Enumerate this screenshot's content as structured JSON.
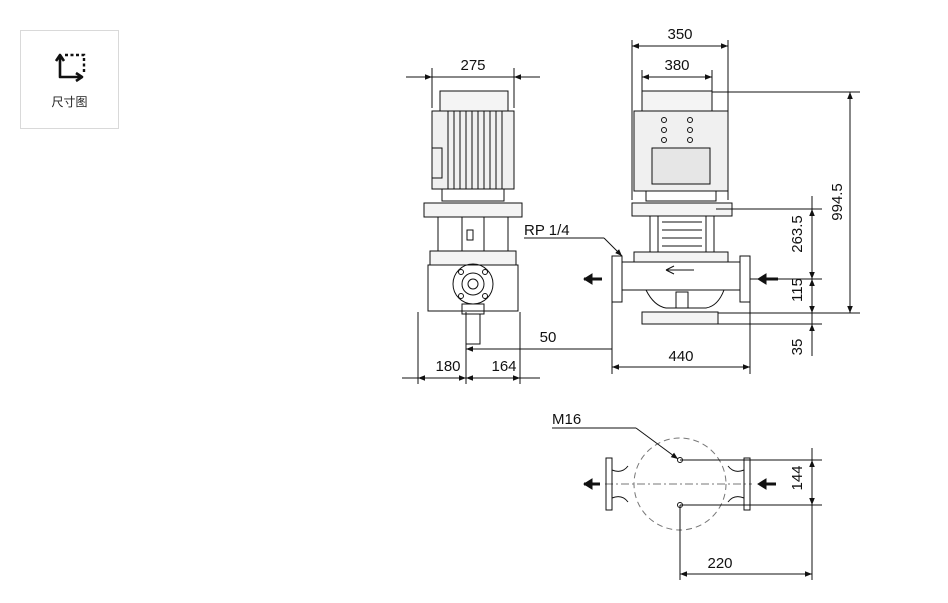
{
  "sidebar": {
    "dimensions_button": {
      "label": "尺寸图",
      "icon": "dimension-crop-icon"
    }
  },
  "drawing": {
    "side_view": {
      "width_top": "275",
      "left_offset": "180",
      "right_offset": "164"
    },
    "front_view": {
      "outer_width": "350",
      "inner_width": "380",
      "port_label": "RP 1/4",
      "port_offset": "50",
      "port_to_port": "440",
      "total_height": "994.5",
      "motor_to_center": "263.5",
      "center_to_base": "115",
      "base_height": "35"
    },
    "plan_view": {
      "bolt_label": "M16",
      "bolt_spacing": "144",
      "bolt_offset": "220"
    }
  },
  "colors": {
    "line": "#111111",
    "border": "#d9d9d9",
    "dash": "#777777"
  }
}
